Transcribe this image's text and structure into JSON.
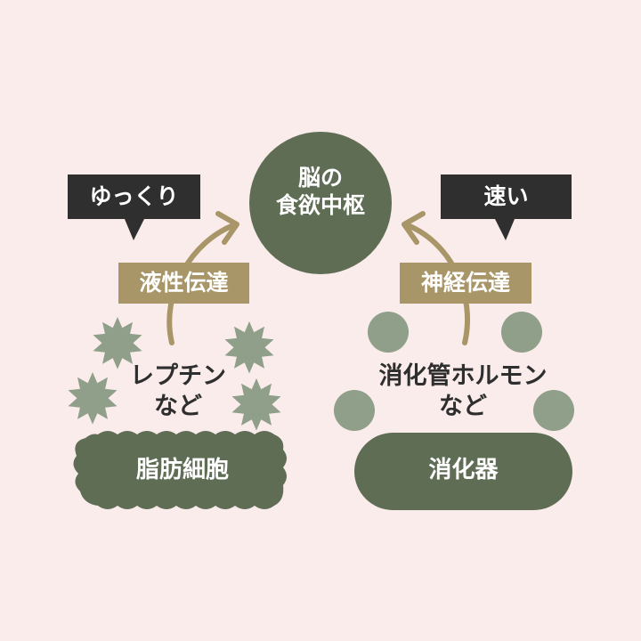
{
  "center": {
    "line1": "脳の",
    "line2": "食欲中枢"
  },
  "left": {
    "speed_bubble": "ゆっくり",
    "route_tag": "液性伝達",
    "messenger_line1": "レプチン",
    "messenger_line2": "など",
    "source": "脂肪細胞"
  },
  "right": {
    "speed_bubble": "速い",
    "route_tag": "神経伝達",
    "messenger_line1": "消化管ホルモン",
    "messenger_line2": "など",
    "source": "消化器"
  },
  "colors": {
    "background": "#fbecec",
    "dark_green": "#5f6d55",
    "sage": "#8f9f89",
    "gold": "#a89568",
    "bubble": "#2f2f2f"
  }
}
